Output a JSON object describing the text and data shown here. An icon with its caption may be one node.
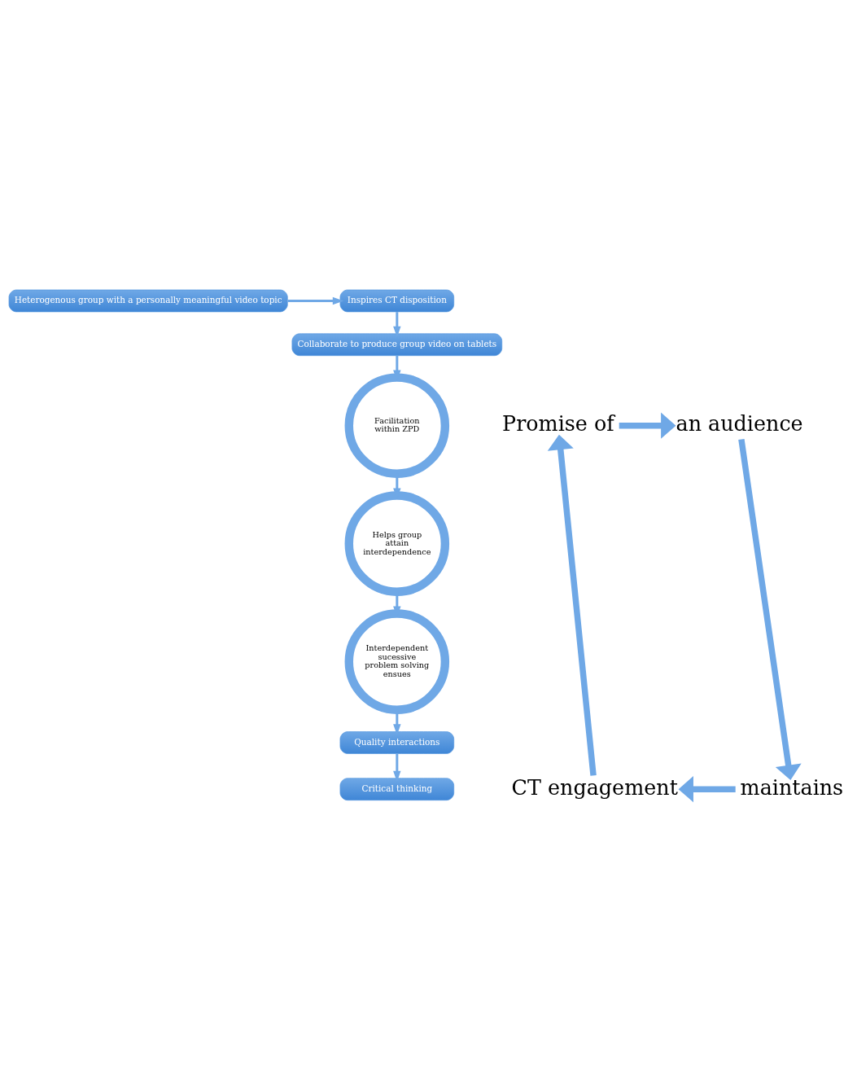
{
  "diagram": {
    "nodes": [
      {
        "text": [
          "Heterogenous group with a personally meaningful video topic"
        ]
      },
      {
        "text": [
          "Inspires CT disposition"
        ]
      },
      {
        "text": [
          "Collaborate to produce group video on tablets"
        ]
      },
      {
        "text": [
          "Facilitation within ZPD"
        ]
      },
      {
        "text": [
          "Helps group attain interdependence"
        ]
      },
      {
        "text": [
          "Interdependent sucessive problem solving ensues"
        ]
      },
      {
        "text": [
          "Quality interactions"
        ]
      },
      {
        "text": [
          "Critical thinking"
        ]
      },
      {
        "text": [
          "Promise of"
        ]
      },
      {
        "text": [
          "an audience"
        ]
      },
      {
        "text": [
          "maintains"
        ]
      },
      {
        "text": [
          "CT engagement"
        ]
      }
    ],
    "edges": [
      {
        "from": 0,
        "to": 1,
        "arrow": "to"
      },
      {
        "from": 1,
        "to": 2,
        "arrow": "to"
      },
      {
        "from": 2,
        "to": 3,
        "arrow": "to"
      },
      {
        "from": 3,
        "to": 4,
        "arrow": "to"
      },
      {
        "from": 4,
        "to": 5,
        "arrow": "to"
      },
      {
        "from": 5,
        "to": 6,
        "arrow": "to"
      },
      {
        "from": 6,
        "to": 7,
        "arrow": "to"
      },
      {
        "from": 8,
        "to": 9,
        "arrow": "to",
        "style": "thick"
      },
      {
        "from": 9,
        "to": 10,
        "arrow": "to",
        "style": "thick"
      },
      {
        "from": 10,
        "to": 11,
        "arrow": "to",
        "style": "thick"
      },
      {
        "from": 11,
        "to": 8,
        "arrow": "to",
        "style": "thick"
      }
    ]
  }
}
